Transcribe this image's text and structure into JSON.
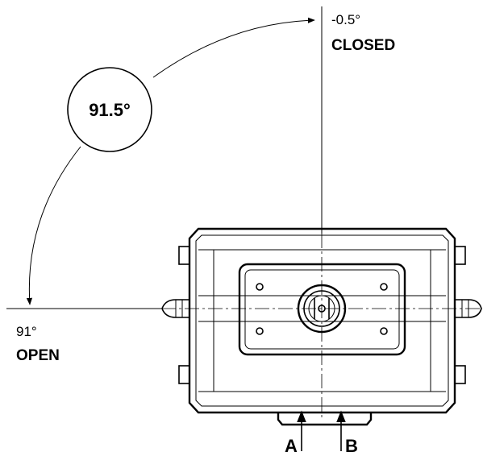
{
  "rotation": {
    "angle_label": "91.5°"
  },
  "closed": {
    "angle": "-0.5°",
    "label": "CLOSED"
  },
  "open": {
    "angle": "91°",
    "label": "OPEN"
  },
  "ports": {
    "a": "A",
    "b": "B"
  }
}
